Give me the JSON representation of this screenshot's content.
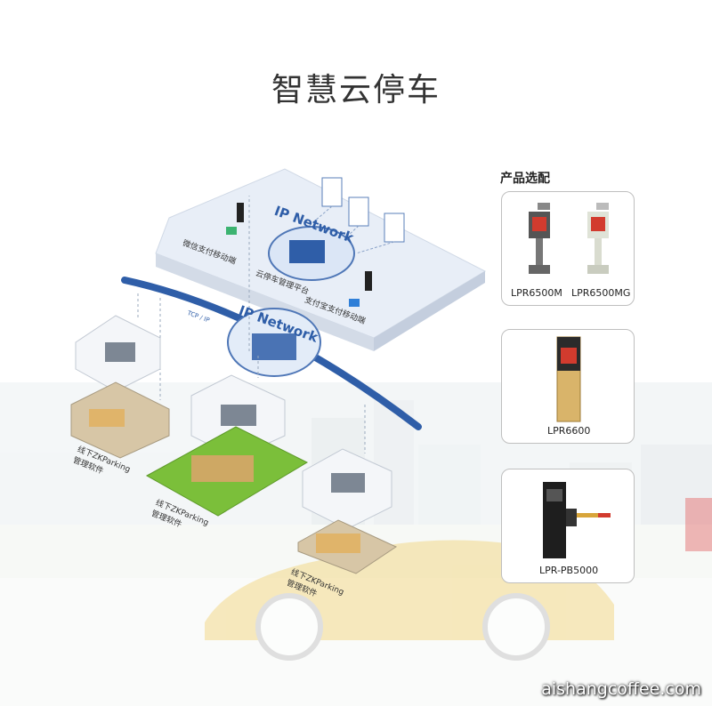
{
  "title": "智慧云停车",
  "cloud_network_label": "IP Network",
  "middle_network_label": "IP Network",
  "tcp_label": "TCP / IP",
  "wechat_terminal_label": "微信支付移动端",
  "cloud_platform_label": "云停车管理平台",
  "alipay_terminal_label": "支付宝支付移动端",
  "local_software_label": "线下ZKParking\n管理软件",
  "panel": {
    "heading": "产品选配",
    "cards": [
      {
        "labels": [
          "LPR6500M",
          "LPR6500MG"
        ]
      },
      {
        "labels": [
          "LPR6600"
        ]
      },
      {
        "labels": [
          "LPR-PB5000"
        ]
      }
    ]
  },
  "watermark": "aishangcoffee.com",
  "colors": {
    "network_blue": "#2f5ea8",
    "platform": "#e8eef7",
    "floor_green": "#7bbf3a",
    "car_yellow": "#f3d98a"
  }
}
